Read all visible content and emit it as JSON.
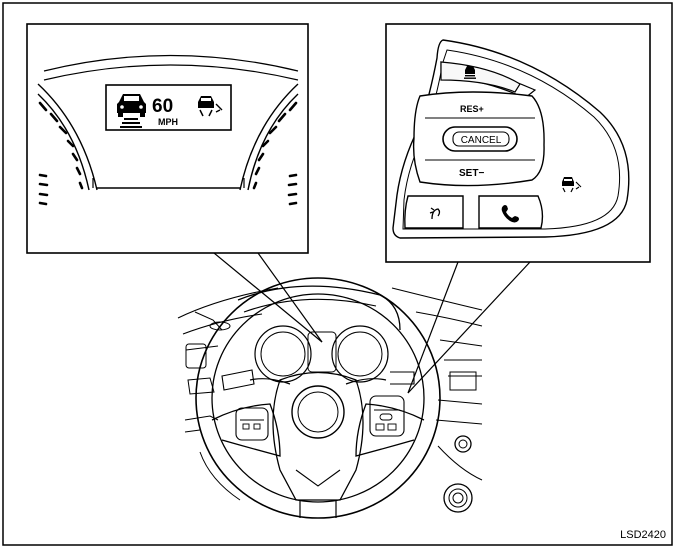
{
  "cluster_display": {
    "speed_value": "60",
    "speed_unit": "MPH"
  },
  "switch_panel": {
    "res_label": "RES+",
    "cancel_label": "CANCEL",
    "set_label": "SET−",
    "icons": [
      "vehicle-distance-icon",
      "steering-assist-icon",
      "voice-icon",
      "phone-icon"
    ]
  },
  "figure_code": "LSD2420"
}
